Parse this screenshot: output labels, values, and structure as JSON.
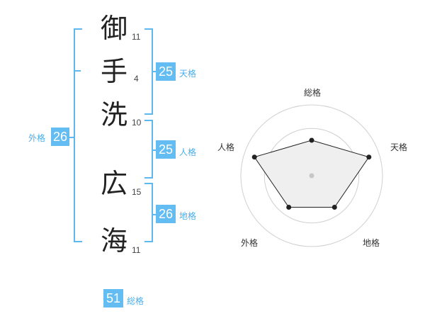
{
  "name_chars": [
    {
      "char": "御",
      "strokes": "11"
    },
    {
      "char": "手",
      "strokes": "4"
    },
    {
      "char": "洗",
      "strokes": "10"
    },
    {
      "char": "広",
      "strokes": "15"
    },
    {
      "char": "海",
      "strokes": "11"
    }
  ],
  "scores": {
    "tenkaku": {
      "value": "25",
      "label": "天格"
    },
    "jinkaku": {
      "value": "25",
      "label": "人格"
    },
    "chikaku": {
      "value": "26",
      "label": "地格"
    },
    "gaikaku": {
      "value": "26",
      "label": "外格"
    },
    "soukaku": {
      "value": "51",
      "label": "総格"
    }
  },
  "colors": {
    "accent": "#5db8ef",
    "score_box": "#63bcf2"
  },
  "chart_data": {
    "type": "radar",
    "axes": [
      "総格",
      "天格",
      "地格",
      "外格",
      "人格"
    ],
    "values": [
      0.5,
      0.85,
      0.55,
      0.55,
      0.85
    ],
    "range": [
      0,
      1
    ],
    "rings": 3
  }
}
